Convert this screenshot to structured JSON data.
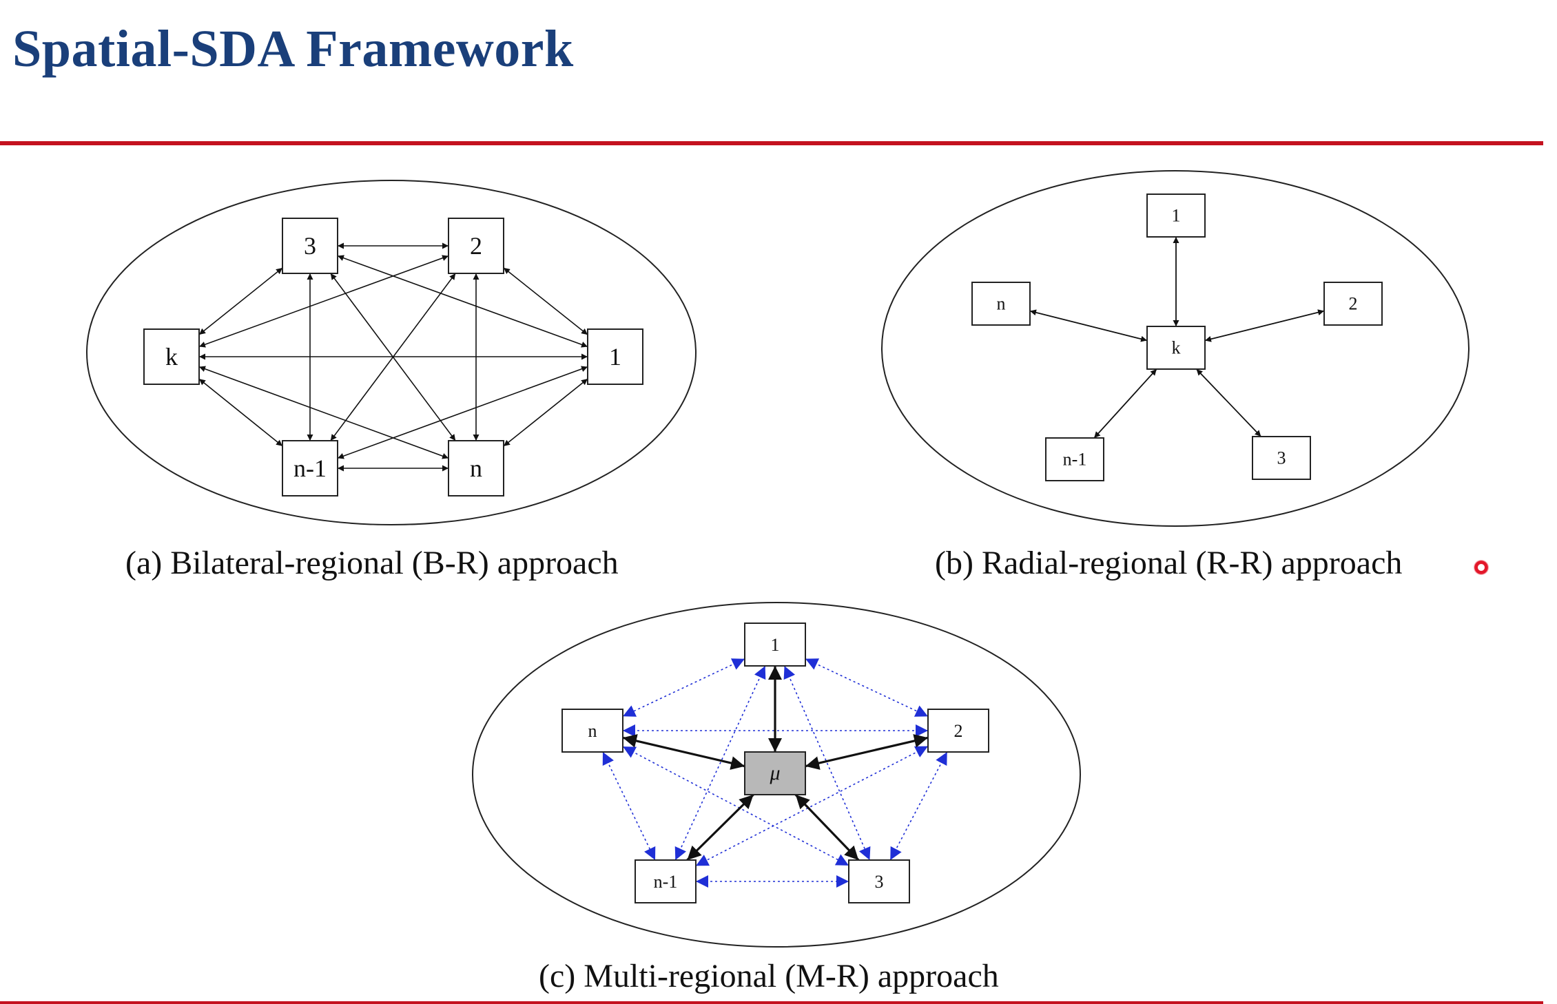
{
  "slide": {
    "title": "Spatial-SDA Framework",
    "accent_color": "#c4121f",
    "title_color": "#1a3f7a"
  },
  "diagrams": {
    "a": {
      "caption": "(a) Bilateral-regional (B-R) approach",
      "nodes": [
        {
          "id": "3",
          "label": "3"
        },
        {
          "id": "2",
          "label": "2"
        },
        {
          "id": "k",
          "label": "k"
        },
        {
          "id": "1",
          "label": "1"
        },
        {
          "id": "n-1",
          "label": "n-1"
        },
        {
          "id": "n",
          "label": "n"
        }
      ],
      "edges": [
        [
          "3",
          "2"
        ],
        [
          "2",
          "1"
        ],
        [
          "3",
          "k"
        ],
        [
          "k",
          "1"
        ],
        [
          "k",
          "n-1"
        ],
        [
          "n-1",
          "n"
        ],
        [
          "n",
          "1"
        ],
        [
          "3",
          "n-1"
        ],
        [
          "2",
          "n"
        ],
        [
          "3",
          "1"
        ],
        [
          "3",
          "n"
        ],
        [
          "2",
          "k"
        ],
        [
          "2",
          "n-1"
        ],
        [
          "k",
          "n"
        ],
        [
          "n-1",
          "1"
        ]
      ]
    },
    "b": {
      "caption": "(b) Radial-regional (R-R) approach",
      "nodes": [
        {
          "id": "1",
          "label": "1"
        },
        {
          "id": "n",
          "label": "n"
        },
        {
          "id": "2",
          "label": "2"
        },
        {
          "id": "k",
          "label": "k"
        },
        {
          "id": "n-1",
          "label": "n-1"
        },
        {
          "id": "3",
          "label": "3"
        }
      ],
      "edges": [
        [
          "k",
          "1"
        ],
        [
          "k",
          "n"
        ],
        [
          "k",
          "2"
        ],
        [
          "k",
          "n-1"
        ],
        [
          "k",
          "3"
        ]
      ]
    },
    "c": {
      "caption": "(c) Multi-regional (M-R) approach",
      "hub_label": "μ",
      "hub_color": "#b8b8b8",
      "dotted_color": "#1f2fd6",
      "nodes": [
        {
          "id": "1",
          "label": "1"
        },
        {
          "id": "n",
          "label": "n"
        },
        {
          "id": "2",
          "label": "2"
        },
        {
          "id": "n-1",
          "label": "n-1"
        },
        {
          "id": "3",
          "label": "3"
        }
      ],
      "hub_edges": [
        [
          "mu",
          "1"
        ],
        [
          "mu",
          "n"
        ],
        [
          "mu",
          "2"
        ],
        [
          "mu",
          "n-1"
        ],
        [
          "mu",
          "3"
        ]
      ],
      "dotted_edges": [
        [
          "1",
          "n"
        ],
        [
          "1",
          "2"
        ],
        [
          "1",
          "n-1"
        ],
        [
          "1",
          "3"
        ],
        [
          "n",
          "2"
        ],
        [
          "n",
          "n-1"
        ],
        [
          "n",
          "3"
        ],
        [
          "2",
          "n-1"
        ],
        [
          "2",
          "3"
        ],
        [
          "n-1",
          "3"
        ]
      ]
    }
  }
}
